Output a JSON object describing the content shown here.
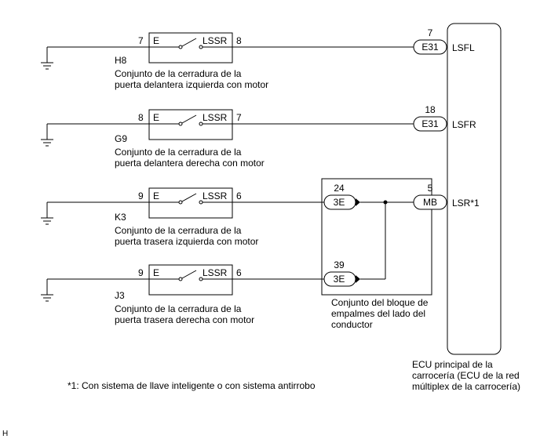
{
  "switches": [
    {
      "left_pin": "7",
      "left_term": "E",
      "right_term": "LSSR",
      "right_pin": "8",
      "connector": "H8",
      "desc": [
        "Conjunto de la cerradura de la",
        "puerta delantera izquierda con motor"
      ]
    },
    {
      "left_pin": "8",
      "left_term": "E",
      "right_term": "LSSR",
      "right_pin": "7",
      "connector": "G9",
      "desc": [
        "Conjunto de la cerradura de la",
        "puerta delantera derecha con motor"
      ]
    },
    {
      "left_pin": "9",
      "left_term": "E",
      "right_term": "LSSR",
      "right_pin": "6",
      "connector": "K3",
      "desc": [
        "Conjunto de la cerradura de la",
        "puerta trasera izquierda con motor"
      ]
    },
    {
      "left_pin": "9",
      "left_term": "E",
      "right_term": "LSSR",
      "right_pin": "6",
      "connector": "J3",
      "desc": [
        "Conjunto de la cerradura de la",
        "puerta trasera derecha con motor"
      ]
    }
  ],
  "ecu": {
    "pins": [
      {
        "pin": "7",
        "connector": "E31",
        "signal": "LSFL"
      },
      {
        "pin": "18",
        "connector": "E31",
        "signal": "LSFR"
      },
      {
        "pin": "5",
        "connector": "MB",
        "signal": "LSR*1"
      }
    ],
    "name": [
      "ECU principal de la",
      "carrocería (ECU de la red",
      "múltiplex de la carrocería)"
    ]
  },
  "junction_block": {
    "pins": [
      {
        "pin": "24",
        "connector": "3E"
      },
      {
        "pin": "39",
        "connector": "3E"
      }
    ],
    "name": [
      "Conjunto del bloque de",
      "empalmes del lado del",
      "conductor"
    ]
  },
  "footnote": "*1: Con sistema de llave inteligente o con sistema antirrobo",
  "corner_letter": "H"
}
